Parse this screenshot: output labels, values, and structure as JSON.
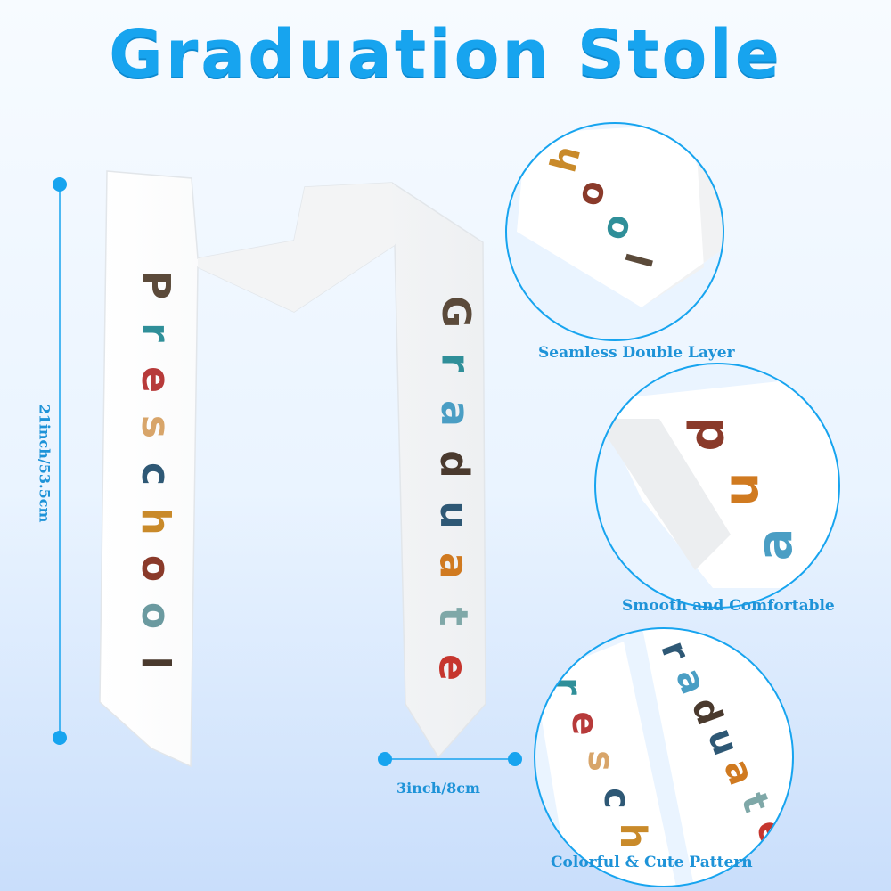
{
  "title": "Graduation Stole",
  "stole": {
    "left_letters": [
      "P",
      "r",
      "e",
      "s",
      "c",
      "h",
      "o",
      "o",
      "l"
    ],
    "right_letters": [
      "G",
      "r",
      "a",
      "d",
      "u",
      "a",
      "t",
      "e"
    ]
  },
  "dimensions": {
    "height": "21inch/53.5cm",
    "width": "3inch/8cm"
  },
  "features": [
    {
      "caption": "Seamless Double Layer",
      "letters": [
        "h",
        "o",
        "o",
        "l"
      ]
    },
    {
      "caption": "Smooth and Comfortable",
      "letters": [
        "d",
        "u",
        "a"
      ]
    },
    {
      "caption": "Colorful & Cute Pattern",
      "letters_left": [
        "r",
        "e",
        "s",
        "c",
        "h"
      ],
      "letters_right": [
        "r",
        "a",
        "d",
        "u",
        "a",
        "t",
        "e"
      ]
    }
  ],
  "colors": {
    "accent": "#17a4ef",
    "letters": [
      "#5b4a3a",
      "#2f8f99",
      "#b73a3a",
      "#d8a56a",
      "#2e5875",
      "#c98a2a",
      "#8a3a2a",
      "#6b9aa0",
      "#4a3a2e",
      "#d07a20",
      "#7fa8a8",
      "#c6362e",
      "#4a9ec4"
    ]
  }
}
